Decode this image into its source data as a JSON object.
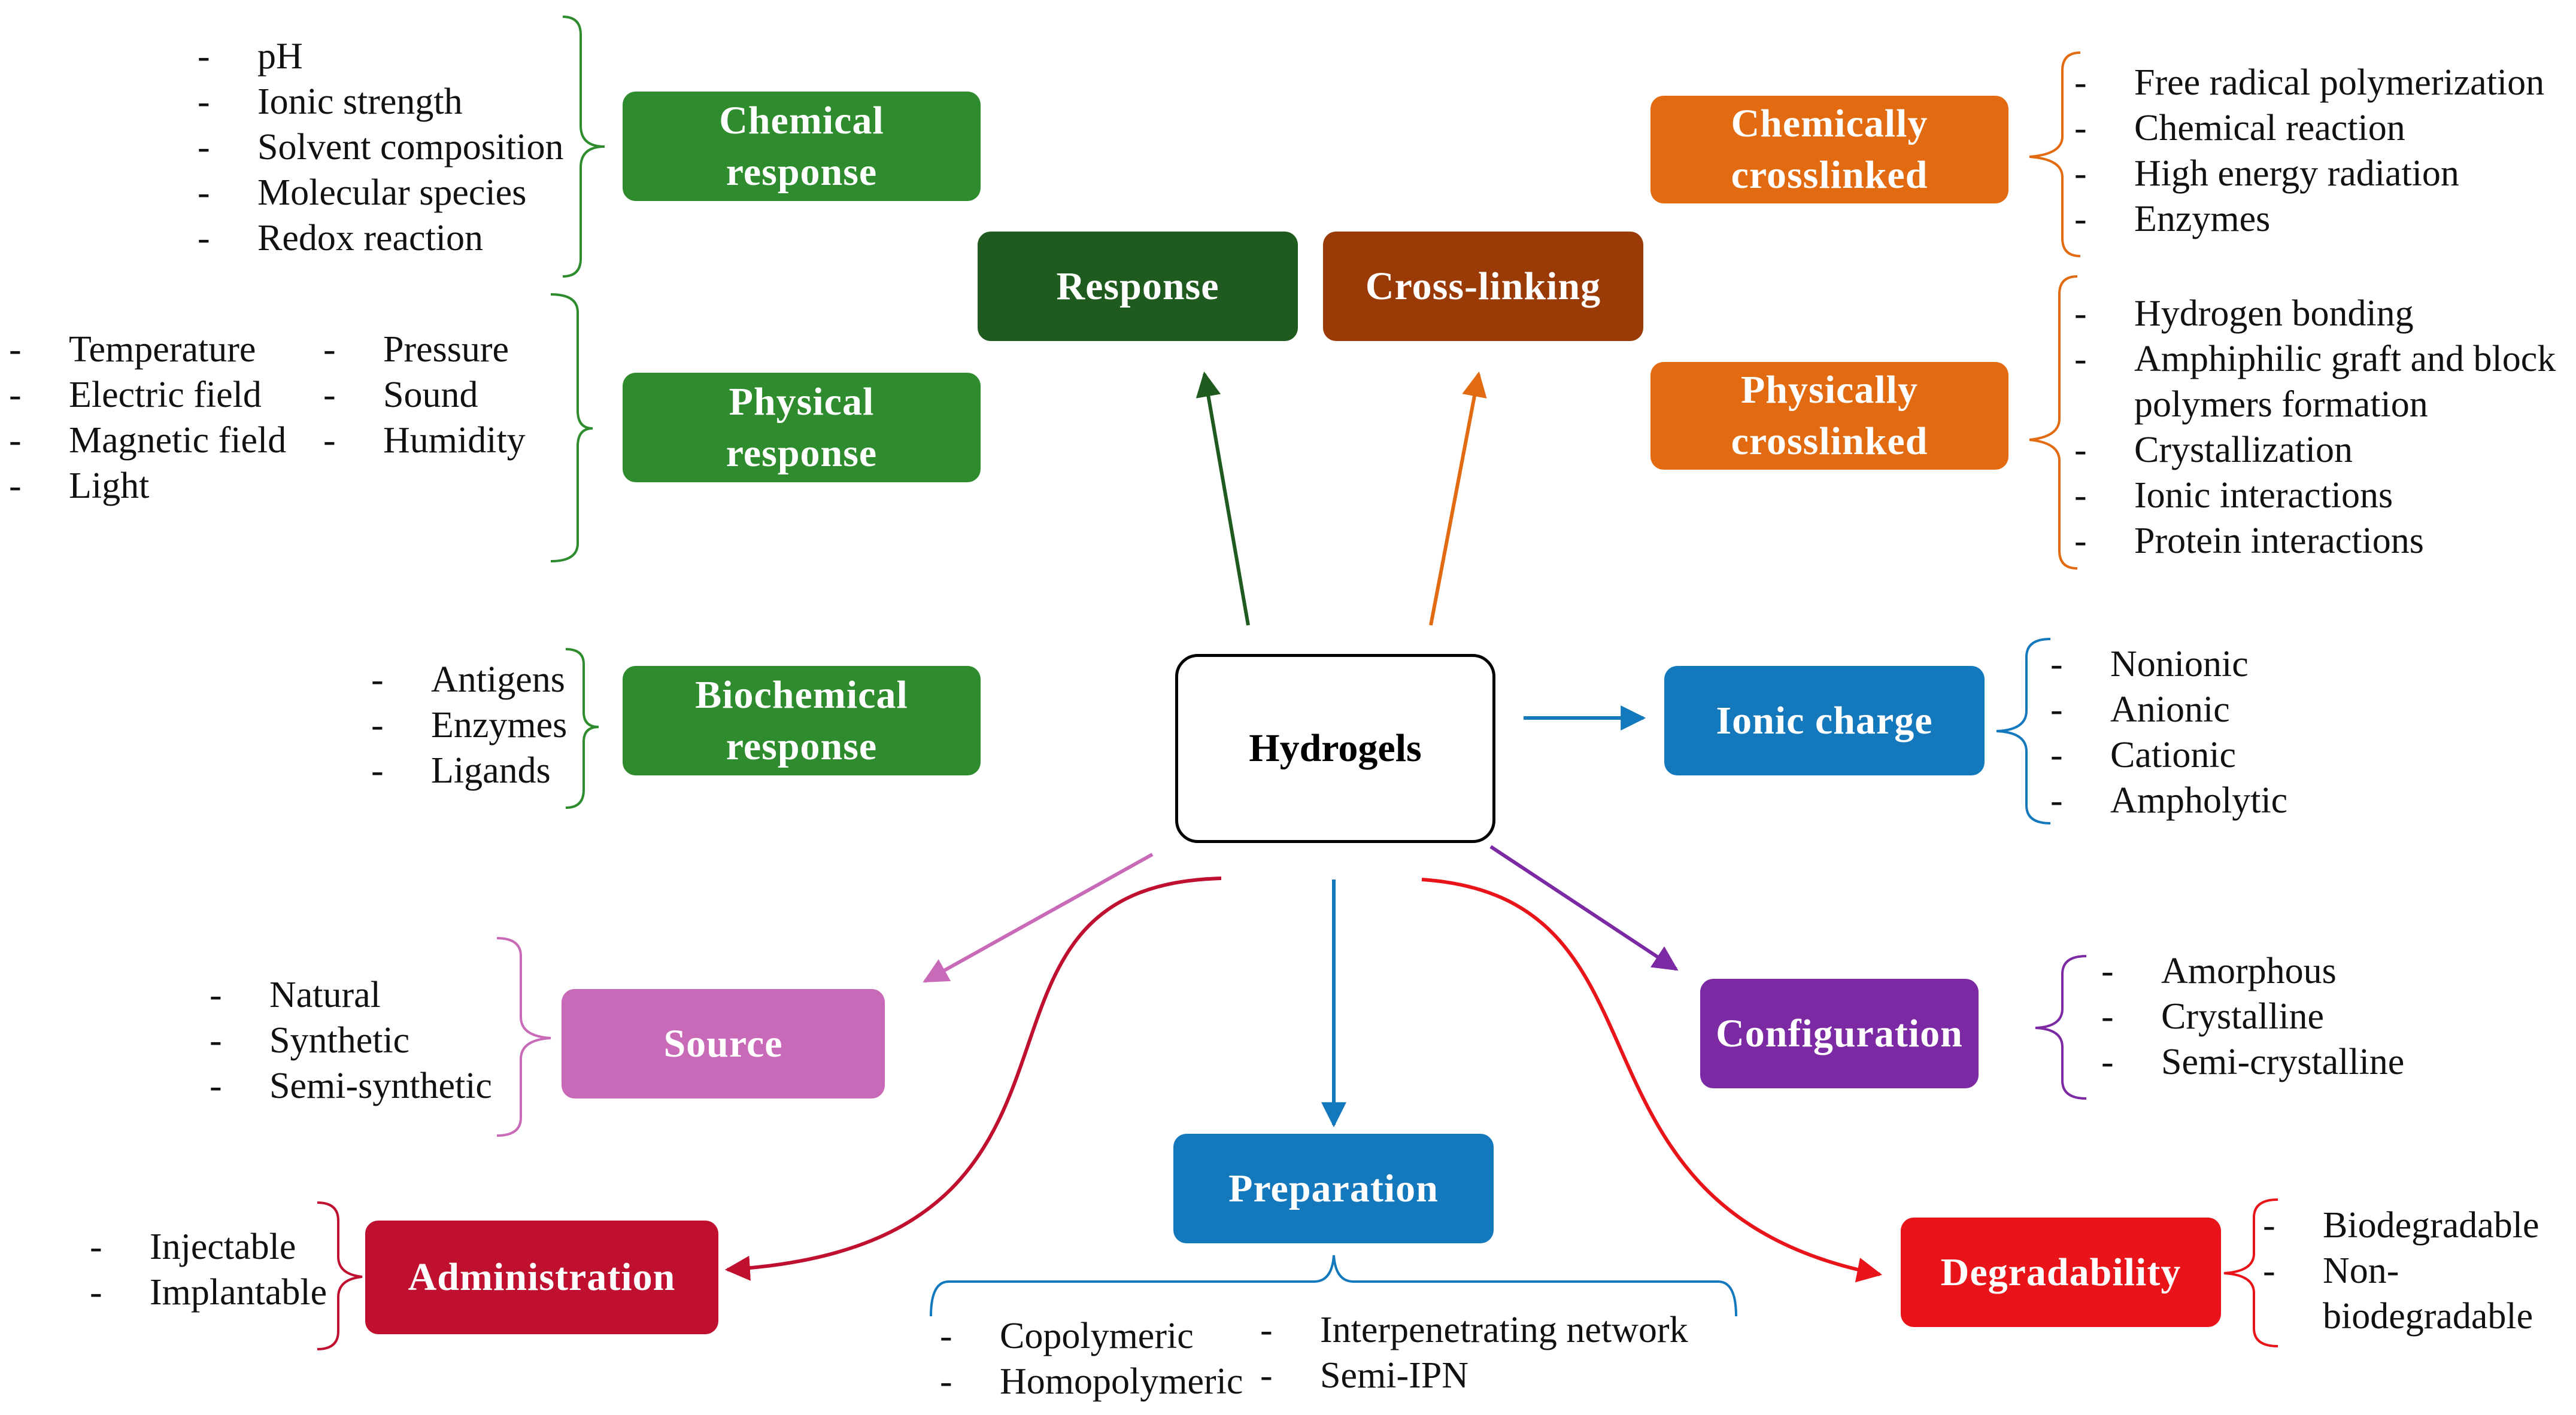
{
  "center": {
    "label": "Hydrogels"
  },
  "categories": {
    "response": "Response",
    "crosslinking": "Cross-linking",
    "ionic_charge": "Ionic charge",
    "configuration": "Configuration",
    "degradability": "Degradability",
    "preparation": "Preparation",
    "administration": "Administration",
    "source": "Source"
  },
  "subcategories": {
    "chemical_response": "Chemical\nresponse",
    "physical_response": "Physical\nresponse",
    "biochemical_response": "Biochemical\nresponse",
    "chemically_crosslinked": "Chemically\ncrosslinked",
    "physically_crosslinked": "Physically\ncrosslinked"
  },
  "items": {
    "chemical_response": [
      "pH",
      "Ionic strength",
      "Solvent composition",
      "Molecular species",
      "Redox reaction"
    ],
    "physical_response_col1": [
      "Temperature",
      "Electric field",
      "Magnetic field",
      "Light"
    ],
    "physical_response_col2": [
      "Pressure",
      "Sound",
      "Humidity"
    ],
    "biochemical_response": [
      "Antigens",
      "Enzymes",
      "Ligands"
    ],
    "chemically_crosslinked": [
      "Free radical polymerization",
      "Chemical reaction",
      "High energy radiation",
      "Enzymes"
    ],
    "physically_crosslinked": [
      "Hydrogen bonding",
      "Amphiphilic graft and block",
      "polymers formation",
      "Crystallization",
      "Ionic interactions",
      "Protein interactions"
    ],
    "ionic_charge": [
      "Nonionic",
      "Anionic",
      "Cationic",
      "Ampholytic"
    ],
    "configuration": [
      "Amorphous",
      "Crystalline",
      "Semi-crystalline"
    ],
    "degradability": [
      "Biodegradable",
      "Non-",
      "biodegradable"
    ],
    "source": [
      "Natural",
      "Synthetic",
      "Semi-synthetic"
    ],
    "administration": [
      "Injectable",
      "Implantable"
    ],
    "preparation_col1": [
      "Copolymeric",
      "Homopolymeric"
    ],
    "preparation_col2": [
      "Interpenetrating network",
      "Semi-IPN"
    ]
  },
  "colors": {
    "dark_green": "#1f5a1f",
    "green": "#2e8b2e",
    "brown": "#9a3a06",
    "orange": "#e26a10",
    "blue": "#1478bd",
    "purple": "#7b2aa3",
    "red": "#e8141a",
    "crimson": "#bf1030",
    "pink": "#c96ab8"
  }
}
